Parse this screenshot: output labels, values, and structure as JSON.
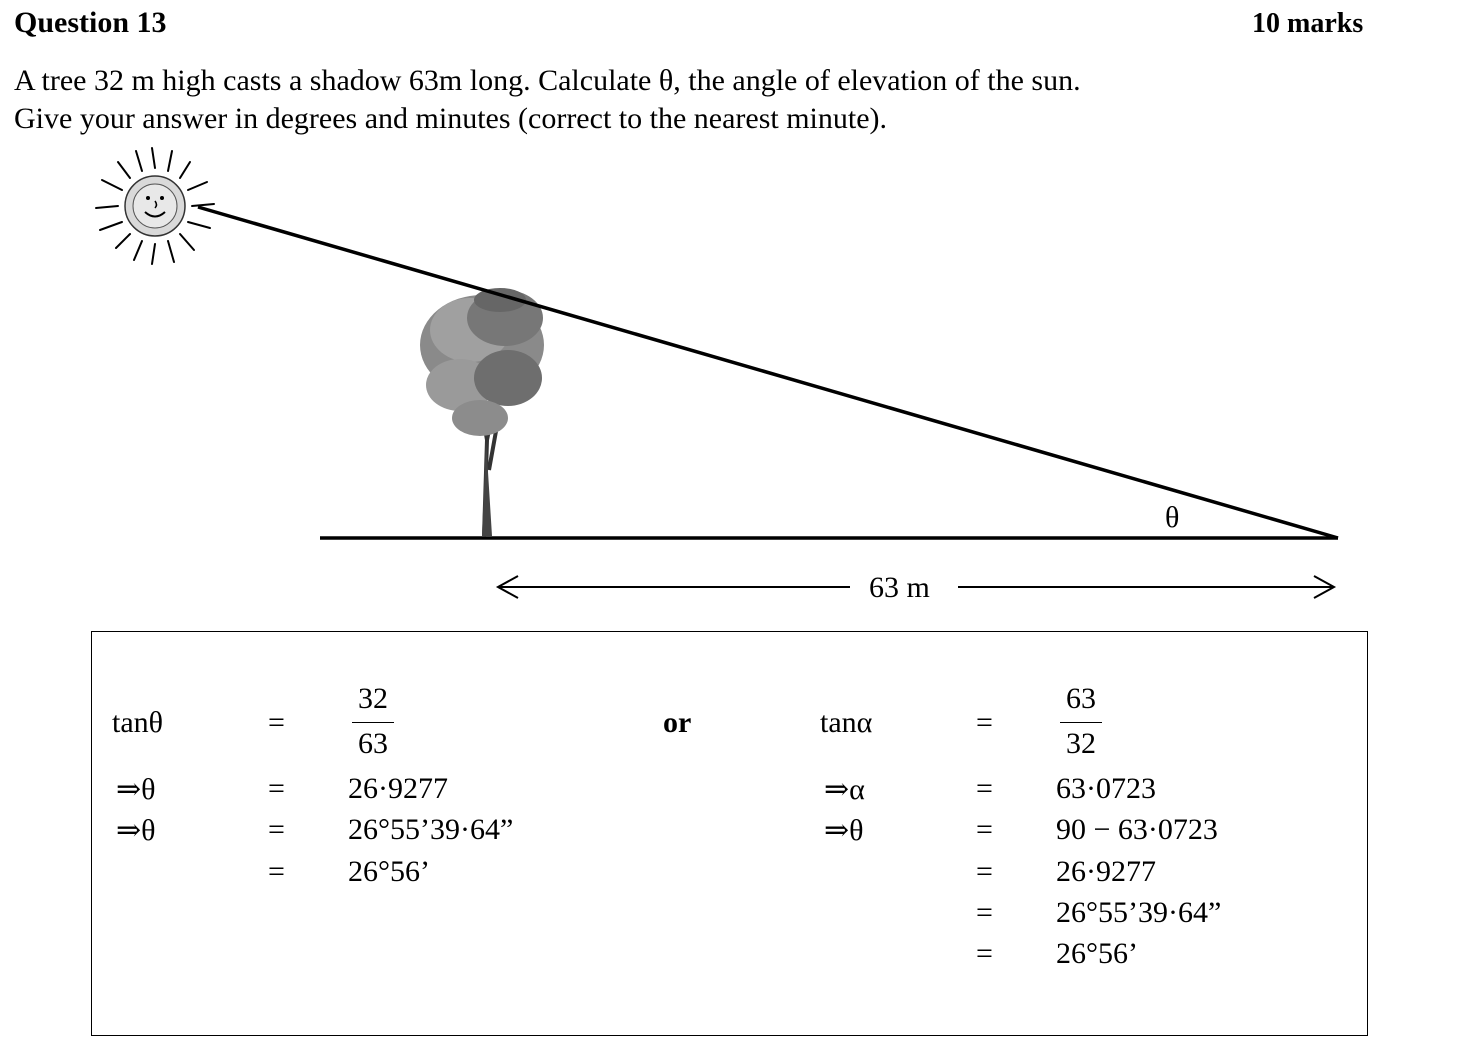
{
  "header": {
    "title": "Question 13",
    "marks": "10 marks"
  },
  "question": {
    "line1": "A tree 32 m high casts a shadow 63m long. Calculate θ, the angle of elevation of the sun.",
    "line2": "Give your answer in degrees and minutes (correct to the nearest minute)."
  },
  "diagram": {
    "angle_label": "θ",
    "shadow_label": "63 m"
  },
  "solution": {
    "or_label": "or",
    "left": {
      "row1": {
        "lhs": "tanθ",
        "eq": "=",
        "num": "32",
        "den": "63"
      },
      "row2": {
        "lhs": "⇒θ",
        "eq": "=",
        "rhs": "26·9277"
      },
      "row3": {
        "lhs": "⇒θ",
        "eq": "=",
        "rhs": "26°55’39·64”"
      },
      "row4": {
        "lhs": "",
        "eq": "=",
        "rhs": "26°56’"
      }
    },
    "right": {
      "row1": {
        "lhs": "tanα",
        "eq": "=",
        "num": "63",
        "den": "32"
      },
      "row2": {
        "lhs": "⇒α",
        "eq": "=",
        "rhs": "63·0723"
      },
      "row3": {
        "lhs": "⇒θ",
        "eq": "=",
        "rhs": "90 − 63·0723"
      },
      "row4": {
        "lhs": "",
        "eq": "=",
        "rhs": "26·9277"
      },
      "row5": {
        "lhs": "",
        "eq": "=",
        "rhs": "26°55’39·64”"
      },
      "row6": {
        "lhs": "",
        "eq": "=",
        "rhs": "26°56’"
      }
    }
  }
}
